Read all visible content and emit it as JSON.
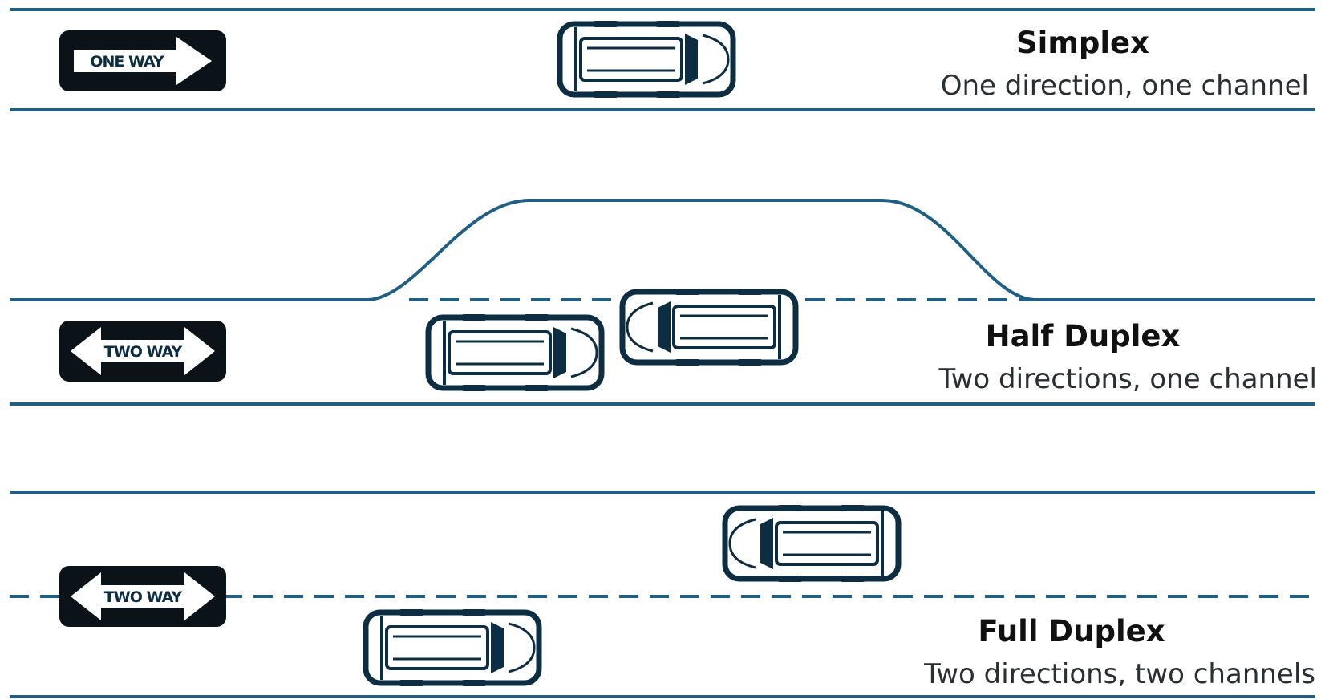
{
  "colors": {
    "road": "#1f5f86",
    "car_outline": "#0d2d43",
    "sign": "#0b1218",
    "text": "#111111"
  },
  "signs": {
    "one_way": "ONE WAY",
    "two_way": "TWO WAY"
  },
  "modes": [
    {
      "title": "Simplex",
      "description": "One direction, one channel"
    },
    {
      "title": "Half Duplex",
      "description": "Two directions, one channel"
    },
    {
      "title": "Full Duplex",
      "description": "Two directions, two channels"
    }
  ]
}
